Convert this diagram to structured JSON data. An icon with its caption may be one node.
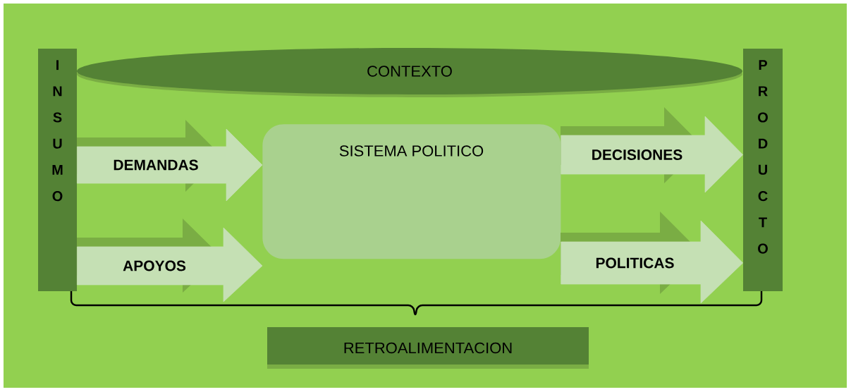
{
  "diagram": {
    "nodes": [
      {
        "text": [
          "INSUMO"
        ]
      },
      {
        "text": [
          "CONTEXTO"
        ]
      },
      {
        "text": [
          "SISTEMA POLITICO"
        ]
      },
      {
        "text": [
          "PRODUCTO"
        ]
      },
      {
        "text": [
          "RETROALIMENTACION"
        ]
      }
    ],
    "edges": [
      {
        "from": 0,
        "to": 2,
        "arrow": "to",
        "label": "DEMANDAS"
      },
      {
        "from": 0,
        "to": 2,
        "arrow": "to",
        "label": "APOYOS"
      },
      {
        "from": 2,
        "to": 3,
        "arrow": "to",
        "label": "DECISIONES"
      },
      {
        "from": 2,
        "to": 3,
        "arrow": "to",
        "label": "POLITICAS"
      }
    ]
  }
}
